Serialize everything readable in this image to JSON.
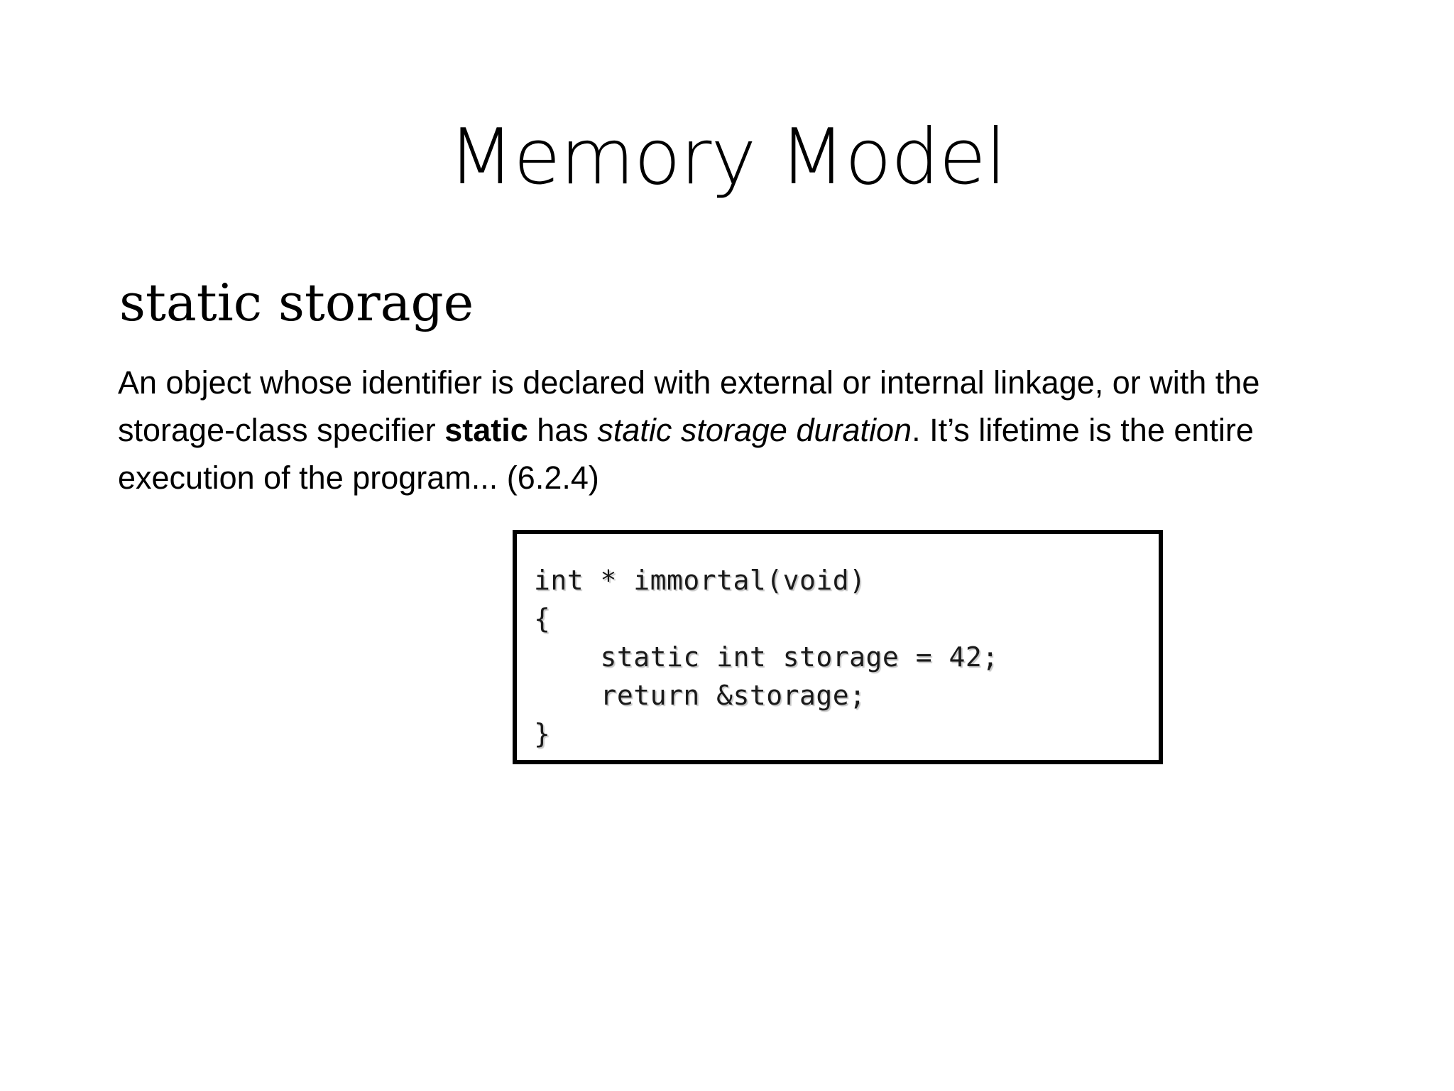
{
  "slide": {
    "title": "Memory Model",
    "subtitle": "static storage",
    "background_color": "#ffffff",
    "text_color": "#000000"
  },
  "body": {
    "segments": [
      {
        "text": "An object whose identifier is declared with external or internal linkage, or with the storage-class specifier ",
        "style": "normal"
      },
      {
        "text": "static",
        "style": "bold"
      },
      {
        "text": " has ",
        "style": "normal"
      },
      {
        "text": "static storage duration",
        "style": "italic"
      },
      {
        "text": ". It’s lifetime is the entire execution of the program... (6.2.4)",
        "style": "normal"
      }
    ],
    "part1": "An object whose identifier is declared with external or internal linkage, or with the storage-class specifier ",
    "bold_static": "static",
    "part2": " has ",
    "italic_phrase": "static storage duration",
    "part3": ". It’s lifetime is the entire execution of the program... (6.2.4)",
    "reference": "(6.2.4)"
  },
  "code_box": {
    "language": "c",
    "border_color": "#000000",
    "lines": [
      "int * immortal(void)",
      "{",
      "    static int storage = 42;",
      "    return &storage;",
      "}"
    ],
    "text": "int * immortal(void)\n{\n    static int storage = 42;\n    return &storage;\n}"
  }
}
